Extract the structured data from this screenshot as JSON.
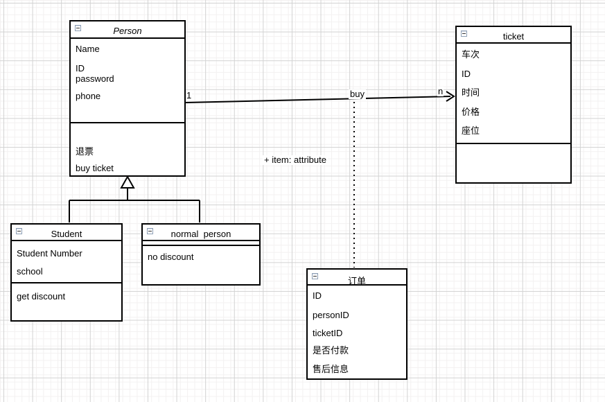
{
  "classes": {
    "person": {
      "title": "Person",
      "attributes": [
        "Name",
        "ID",
        "password",
        "phone"
      ],
      "methods": [
        "退票",
        "buy ticket"
      ]
    },
    "ticket": {
      "title": "ticket",
      "attributes": [
        "车次",
        "ID",
        "时间",
        "价格",
        "座位"
      ],
      "methods": []
    },
    "student": {
      "title": "Student",
      "attributes": [
        "Student Number",
        "school"
      ],
      "methods": [
        "get discount"
      ]
    },
    "normal_person": {
      "title": "normal  person",
      "attributes": [],
      "methods": [
        "no discount"
      ]
    },
    "order": {
      "title": "订单",
      "attributes": [
        "ID",
        "personID",
        "ticketID",
        "是否付款",
        "售后信息"
      ],
      "methods": []
    }
  },
  "edges": {
    "buy_association": {
      "label": "buy",
      "source_multiplicity": "1",
      "target_multiplicity": "n"
    },
    "association_class_label": "+ item: attribute"
  },
  "icons": {
    "collapse_glyph": "minus-icon"
  },
  "colors": {
    "stroke": "#000000",
    "box_fill": "#ffffff",
    "grid_minor": "#f3f1f1",
    "grid_major": "#d2d2d2",
    "background": "#ffffff"
  }
}
